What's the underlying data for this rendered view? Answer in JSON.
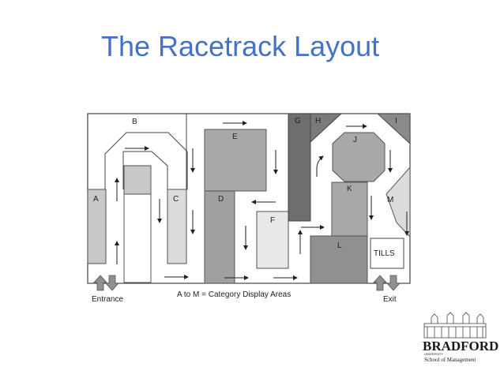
{
  "slide": {
    "title": "The Racetrack Layout"
  },
  "diagram": {
    "areas": {
      "a": "A",
      "b": "B",
      "c": "C",
      "d": "D",
      "e": "E",
      "f": "F",
      "g": "G",
      "h": "H",
      "i": "I",
      "j": "J",
      "k": "K",
      "l": "L",
      "m": "M"
    },
    "tills": "TILLS",
    "entrance": "Entrance",
    "exit": "Exit",
    "legend": "A to M = Category Display Areas"
  },
  "logo": {
    "name": "BRADFORD",
    "university": "UNIVERSITY",
    "school": "School of Management"
  },
  "colors": {
    "title": "#4472c4",
    "dark_gray": "#5a5a5a",
    "mid_gray": "#a0a0a0",
    "light_gray": "#c8c8c8",
    "pale_gray": "#e8e8e8"
  }
}
